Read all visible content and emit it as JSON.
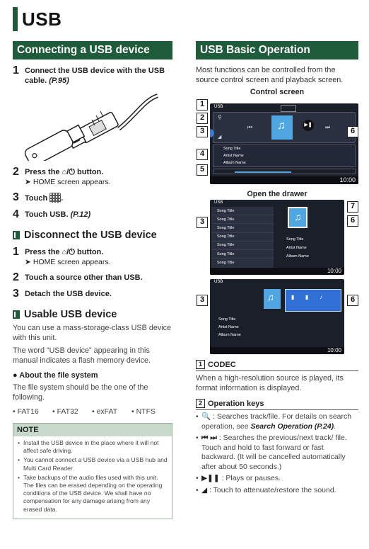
{
  "page_title": "USB",
  "left": {
    "section_title": "Connecting a USB device",
    "steps": [
      {
        "num": "1",
        "text": "Connect the USB device with the USB cable. ",
        "ref": "(P.95)"
      },
      {
        "num": "2",
        "text_a": "Press the ",
        "icon": "⌂/⏻",
        "text_b": " button.",
        "sub": "HOME screen appears."
      },
      {
        "num": "3",
        "text": "Touch ",
        "text_b": "."
      },
      {
        "num": "4",
        "text": "Touch ",
        "strong": "USB",
        "text_b": ". ",
        "ref": "(P.12)"
      }
    ],
    "disconnect": {
      "heading": "Disconnect the USB device",
      "steps": [
        {
          "num": "1",
          "text_a": "Press the ",
          "icon": "⌂/⏻",
          "text_b": " button.",
          "sub": "HOME screen appears."
        },
        {
          "num": "2",
          "text": "Touch a source other than ",
          "strong": "USB",
          "text_b": "."
        },
        {
          "num": "3",
          "text": "Detach the USB device."
        }
      ]
    },
    "usable": {
      "heading": "Usable USB device",
      "p1": "You can use a mass-storage-class USB device with this unit.",
      "p2": "The word “USB device” appearing in this manual indicates a flash memory device.",
      "fs_heading": "● About the file system",
      "fs_text": "The file system should be the one of the following.",
      "fs_list": [
        "• FAT16",
        "• FAT32",
        "• exFAT",
        "• NTFS"
      ]
    },
    "note": {
      "heading": "NOTE",
      "items": [
        "Install the USB device in the place where it will not affect safe driving.",
        "You cannot connect a USB device via a USB hub and Multi Card Reader.",
        "Take backups of the audio files used with this unit. The files can be erased depending on the operating conditions of the USB device. We shall have no compensation for any damage arising from any erased data."
      ]
    }
  },
  "right": {
    "section_title": "USB Basic Operation",
    "intro": "Most functions can be controlled from the source control screen and playback screen.",
    "control_screen_label": "Control screen",
    "drawer_label": "Open the drawer",
    "screen": {
      "source": "USB",
      "tracks": [
        "Song Title",
        "Artist Name",
        "Album Name"
      ],
      "drawer_items": [
        "Song Title",
        "Song Title",
        "Song Title",
        "Song Title",
        "Song Title",
        "Song Title",
        "Song Title"
      ],
      "clock": "10:00"
    },
    "callouts": [
      "1",
      "2",
      "3",
      "4",
      "5",
      "6",
      "7"
    ],
    "codec": {
      "num": "1",
      "heading": "CODEC",
      "text": "When a high-resolution source is played, its format information is displayed."
    },
    "opkeys": {
      "num": "2",
      "heading": "Operation keys",
      "items": [
        {
          "icon": "🔍",
          "text": " : Searches track/file. For details on search operation, see ",
          "ref": "Search Operation (P.24)",
          "tail": "."
        },
        {
          "icon": "⏮ ⏭",
          "text": " : Searches the previous/next track/ file.",
          "extra": "Touch and hold to fast forward or fast backward. (It will be cancelled automatically after about 50 seconds.)"
        },
        {
          "icon": "▶❚❚",
          "text": " : Plays or pauses."
        },
        {
          "icon": "◢",
          "text": " : Touch to attenuate/restore the sound."
        }
      ]
    }
  },
  "colors": {
    "accent": "#1e5c3b",
    "note_bg": "#c7d9cb",
    "screen_blue": "#4fa6e0"
  }
}
